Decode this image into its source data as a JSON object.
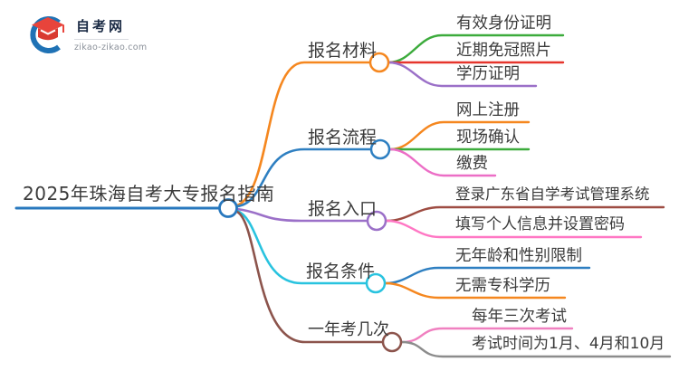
{
  "logo": {
    "title": "自考网",
    "domain": "zikao-zikao.com",
    "icon_blue": "#1f72b5",
    "icon_red": "#e8443b"
  },
  "root": {
    "label": "2025年珠海自考大专报名指南",
    "color": "#2878BE"
  },
  "branches": [
    {
      "label": "报名材料",
      "color": "#F5871F",
      "children": [
        {
          "label": "有效身份证明",
          "color": "#3CAB3C"
        },
        {
          "label": "近期免冠照片",
          "color": "#E6352C"
        },
        {
          "label": "学历证明",
          "color": "#9B70C8"
        }
      ]
    },
    {
      "label": "报名流程",
      "color": "#2E7FC1",
      "children": [
        {
          "label": "网上注册",
          "color": "#F5871F"
        },
        {
          "label": "现场确认",
          "color": "#3CAB3C"
        },
        {
          "label": "缴费",
          "color": "#EC6EC6"
        }
      ]
    },
    {
      "label": "报名入口",
      "color": "#9B70C8",
      "children": [
        {
          "label": "登录广东省自学考试管理系统",
          "color": "#9E4C42"
        },
        {
          "label": "填写个人信息并设置密码",
          "color": "#FF77C4"
        }
      ]
    },
    {
      "label": "报名条件",
      "color": "#29C3DF",
      "children": [
        {
          "label": "无年龄和性别限制",
          "color": "#2E7FC1"
        },
        {
          "label": "无需专科学历",
          "color": "#F5871F"
        }
      ]
    },
    {
      "label": "一年考几次",
      "color": "#8C544C",
      "children": [
        {
          "label": "每年三次考试",
          "color": "#F080C0"
        },
        {
          "label": "考试时间为1月、4月和10月",
          "color": "#8C8C8C"
        }
      ]
    }
  ]
}
